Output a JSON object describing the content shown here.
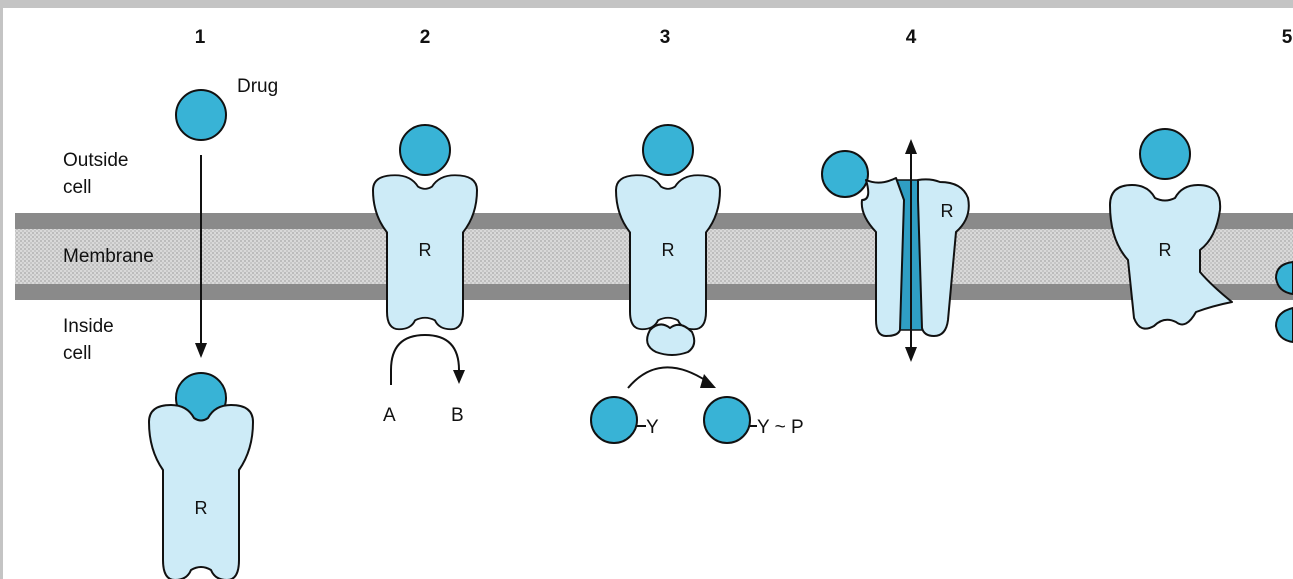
{
  "panels": [
    "1",
    "2",
    "3",
    "4",
    "5"
  ],
  "labels": {
    "drug": "Drug",
    "outside_line1": "Outside",
    "outside_line2": "cell",
    "membrane": "Membrane",
    "inside_line1": "Inside",
    "inside_line2": "cell"
  },
  "receptor_label": "R",
  "enzyme": {
    "substrate": "A",
    "product": "B"
  },
  "kinase": {
    "substrate": "Y",
    "product": "Y ~ P"
  },
  "colors": {
    "drug_ball": "#38b3d6",
    "receptor_fill": "#cdebf7",
    "channel_fill": "#2f9ec4",
    "membrane_band": "#8a8a8a",
    "membrane_core": "#d2d2d2"
  }
}
